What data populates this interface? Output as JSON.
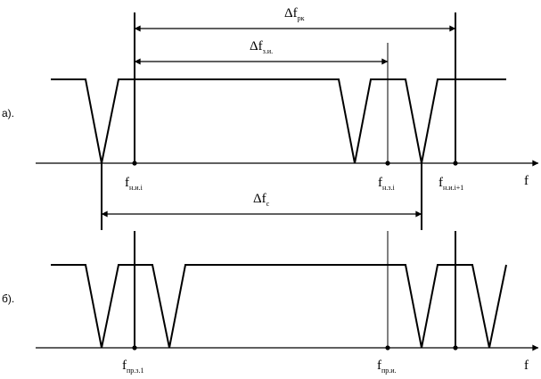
{
  "panel_a": {
    "label": "а).",
    "axis_label": "f",
    "delta_rk": {
      "symbol": "Δf",
      "sub": "рк"
    },
    "delta_zi": {
      "symbol": "Δf",
      "sub": "з.и."
    },
    "delta_c": {
      "symbol": "Δf",
      "sub": "c"
    },
    "f_nii": {
      "symbol": "f",
      "sub": "н.и.i"
    },
    "f_nzi": {
      "symbol": "f",
      "sub": "н.з.i"
    },
    "f_nii1": {
      "symbol": "f",
      "sub": "н.и.i+1"
    }
  },
  "panel_b": {
    "label": "б).",
    "axis_label": "f",
    "f_prz1": {
      "symbol": "f",
      "sub": "пр.з.1"
    },
    "f_pri": {
      "symbol": "f",
      "sub": "пр.и."
    }
  },
  "colors": {
    "line": "#000000",
    "background": "#ffffff"
  }
}
